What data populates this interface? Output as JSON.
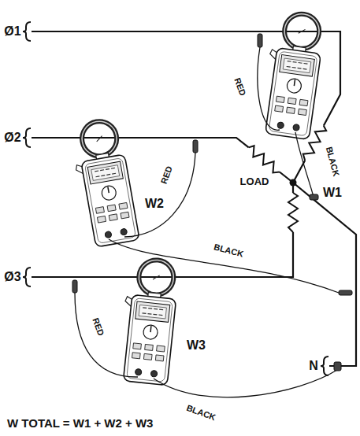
{
  "diagram": {
    "labels": [
      "Ø1",
      "RED",
      "BLACK",
      "W1",
      "Ø2",
      "RED",
      "W2",
      "LOAD",
      "BLACK",
      "Ø3",
      "RED",
      "W3",
      "N",
      "BLACK",
      "W TOTAL = W1 + W2 + W3"
    ]
  }
}
